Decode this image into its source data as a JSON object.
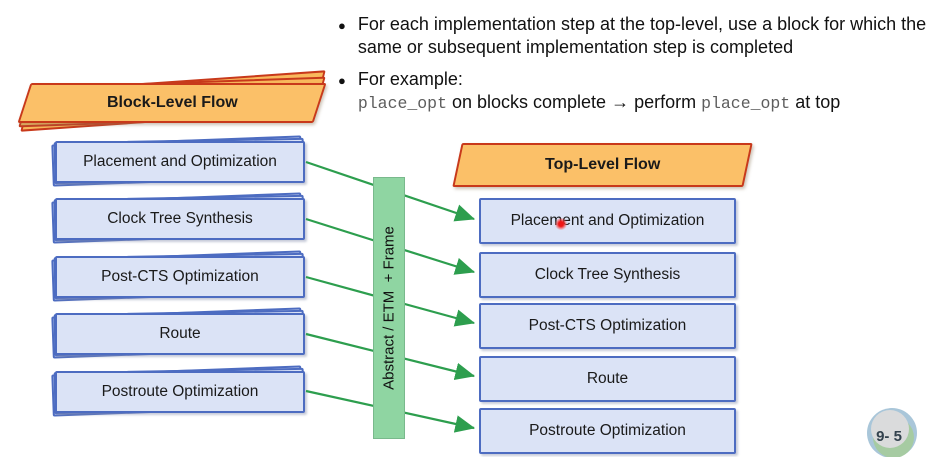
{
  "bullets": {
    "b1": "For each implementation step at the top-level, use a block for which the same or subsequent implementation step is completed",
    "b2_intro": "For example:",
    "b2_code1": "place_opt",
    "b2_mid": " on blocks complete → perform ",
    "b2_code2": "place_opt",
    "b2_end": " at top",
    "bullet_glyph": "●"
  },
  "block_flow": {
    "title": "Block-Level Flow",
    "steps": [
      "Placement and Optimization",
      "Clock Tree Synthesis",
      "Post-CTS Optimization",
      "Route",
      "Postroute Optimization"
    ]
  },
  "top_flow": {
    "title": "Top-Level Flow",
    "steps": [
      "Placement and Optimization",
      "Clock Tree Synthesis",
      "Post-CTS Optimization",
      "Route",
      "Postroute Optimization"
    ]
  },
  "connector": {
    "label": "Abstract / ETM  + Frame"
  },
  "page_number": "9- 5",
  "colors": {
    "banner_fill": "#FBC068",
    "banner_border": "#C8391B",
    "box_fill": "#DBE3F6",
    "box_border": "#4D6CC1",
    "bar_fill": "#8FD5A2",
    "arrow_green": "#2D9E4E",
    "laser_dot": "#F01616"
  }
}
